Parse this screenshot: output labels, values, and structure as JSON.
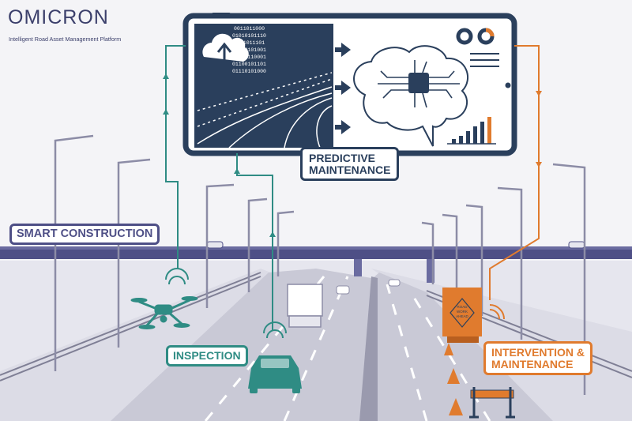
{
  "logo": {
    "brand": "OMICRON",
    "tagline": "Intelligent Road Asset Management Platform"
  },
  "labels": {
    "smart_construction": "SMART CONSTRUCTION",
    "predictive_line1": "PREDICTIVE",
    "predictive_line2": "MAINTENANCE",
    "inspection": "INSPECTION",
    "intervention_line1": "INTERVENTION &",
    "intervention_line2": "MAINTENANCE"
  },
  "tablet_binary": [
    "0011011000",
    "01010101110",
    "011011101",
    "11110101001",
    "10001110001",
    "01100101101",
    "01110101000"
  ],
  "truck_sign": [
    "ROAD",
    "WORK",
    "AHEAD"
  ],
  "colors": {
    "navy": "#2a3f5c",
    "purple": "#4e4f86",
    "teal": "#2f8c84",
    "orange": "#e07b2e",
    "road": "#c9c9d6"
  }
}
